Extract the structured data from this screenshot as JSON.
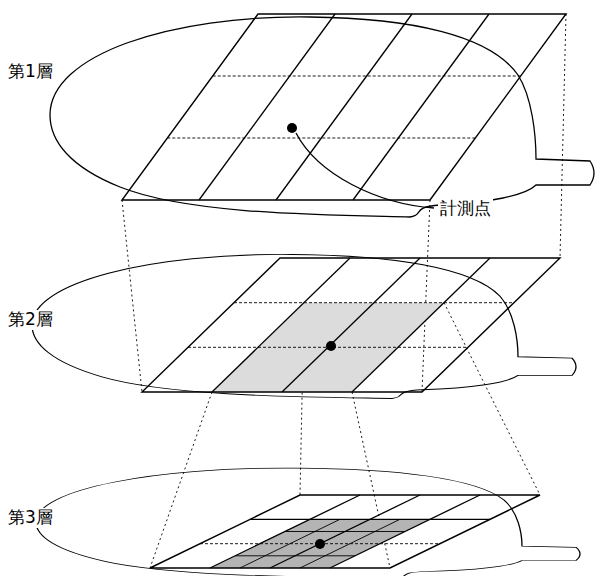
{
  "diagram": {
    "labels": [
      "第1層",
      "第2層",
      "第3層",
      "計測点"
    ]
  }
}
